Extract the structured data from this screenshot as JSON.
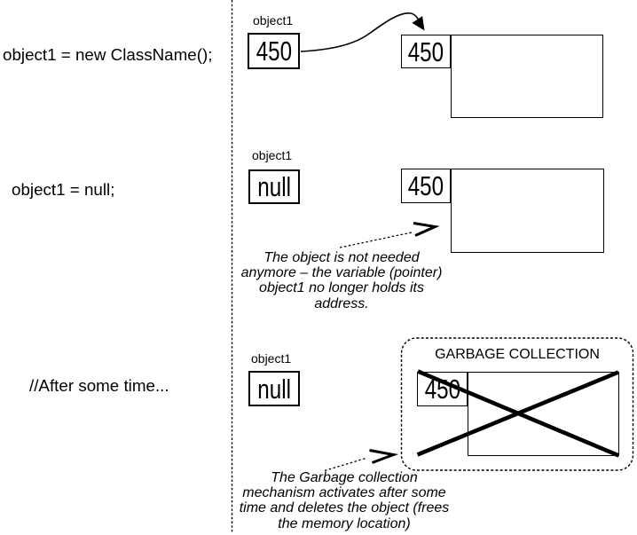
{
  "steps": [
    {
      "code": "object1 = new ClassName();",
      "variable": {
        "label": "object1",
        "value": "450"
      },
      "object": {
        "header_value": "450"
      }
    },
    {
      "code": "object1 = null;",
      "variable": {
        "label": "object1",
        "value": "null"
      },
      "object": {
        "header_value": "450"
      },
      "annotation": {
        "lines": [
          "The object is not needed",
          "anymore – the variable (pointer)",
          "object1 no longer holds its",
          "address."
        ]
      }
    },
    {
      "code": "//After some time...",
      "variable": {
        "label": "object1",
        "value": "null"
      },
      "object": {
        "header_value": "450"
      },
      "gc_label": "GARBAGE COLLECTION",
      "annotation": {
        "lines": [
          "The Garbage collection",
          "mechanism activates after some",
          "time and deletes the object (frees",
          "the memory location)"
        ]
      }
    }
  ],
  "colors": {
    "ink": "#000000",
    "background": "#ffffff"
  }
}
